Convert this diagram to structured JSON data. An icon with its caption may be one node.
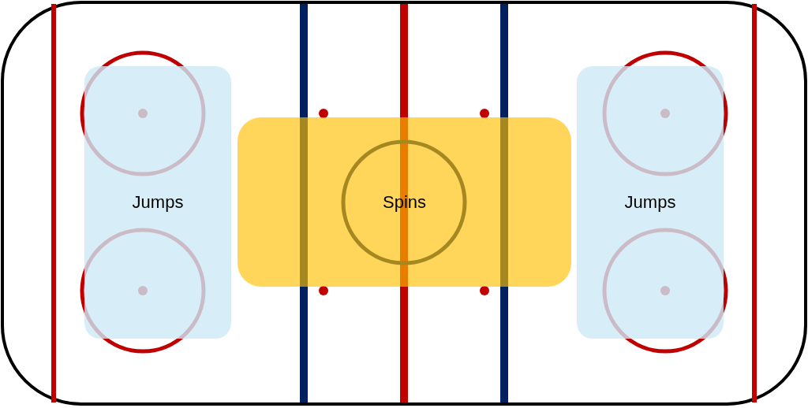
{
  "diagram": {
    "nodes": [
      {
        "text": [
          "Jumps"
        ]
      },
      {
        "text": [
          "Spins"
        ]
      },
      {
        "text": [
          "Jumps"
        ]
      }
    ]
  }
}
